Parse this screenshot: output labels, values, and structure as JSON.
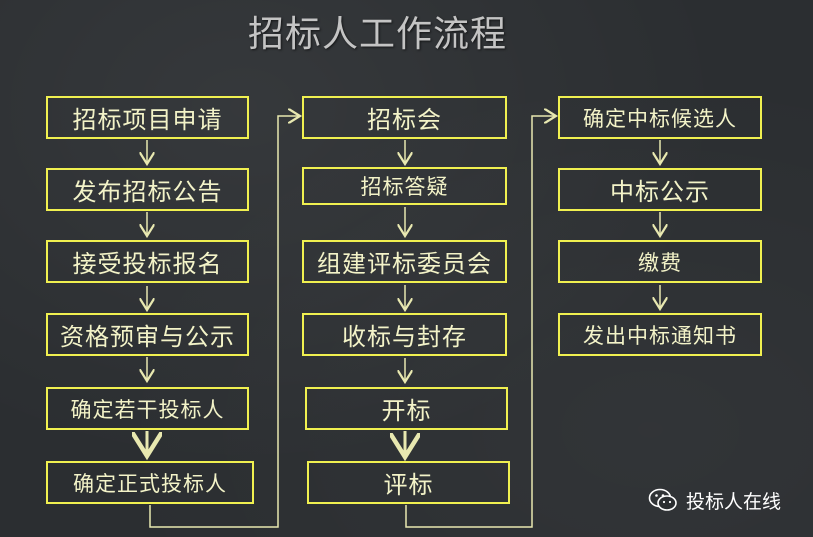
{
  "title": "招标人工作流程",
  "columns": [
    {
      "steps": [
        "招标项目申请",
        "发布招标公告",
        "接受投标报名",
        "资格预审与公示",
        "确定若干投标人",
        "确定正式投标人"
      ]
    },
    {
      "steps": [
        "招标会",
        "招标答疑",
        "组建评标委员会",
        "收标与封存",
        "开标",
        "评标"
      ]
    },
    {
      "steps": [
        "确定中标候选人",
        "中标公示",
        "缴费",
        "发出中标通知书"
      ]
    }
  ],
  "watermark": {
    "text": "投标人在线",
    "icon": "wechat-icon"
  },
  "colors": {
    "background": "#2b2e31",
    "box_border": "#f0f050",
    "arrow": "#e8e8b0",
    "text": "#f3f3c8"
  }
}
